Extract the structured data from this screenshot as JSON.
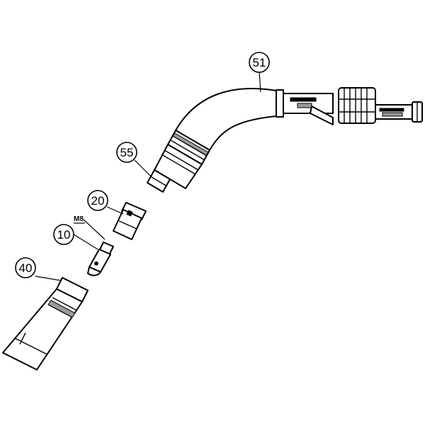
{
  "callouts": {
    "p51": "51",
    "p55": "55",
    "p20": "20",
    "p10": "10",
    "p40": "40"
  },
  "thread_label": "M8"
}
